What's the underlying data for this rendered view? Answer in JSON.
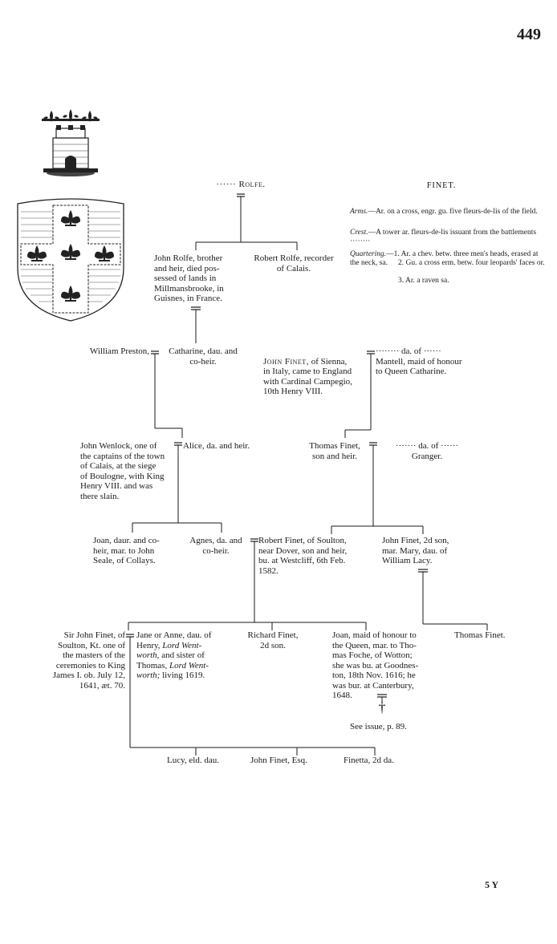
{
  "page": {
    "number": "449",
    "signature": "5 Y"
  },
  "rolfe": {
    "heading": "······ Rolfe."
  },
  "finet_heading": "FINET.",
  "arms": {
    "arms_label": "Arms.",
    "arms_text": "—Ar. on a cross, engr. gu. five fleurs-de-lis of the field.",
    "crest_label": "Crest.",
    "crest_text": "—A tower ar. fleurs-de-lis issuant from the battlements ········",
    "quartering_label": "Quartering.",
    "quartering_1": "—1. Ar. a chev. betw. three men's heads, erased at the neck, sa.",
    "quartering_2": "2. Gu. a cross erm. betw. four leopards' faces or.",
    "quartering_3": "3. Ar. a raven sa."
  },
  "persons": {
    "john_rolfe": "John Rolfe, brother\nand heir, died pos-\nsessed of lands in\nMillmansbrooke, in\nGuisnes, in France.",
    "robert_rolfe": "Robert Rolfe, recorder\nof Calais.",
    "william_preston": "William Preston,",
    "catharine": "Catharine, dau. and\nco-heir.",
    "john_finet_sienna_name": "John Finet,",
    "john_finet_sienna_rest": " of Sienna,\nin Italy, came to England\nwith Cardinal Campegio,\n10th Henry VIII.",
    "mantell": "········ da. of ······\nMantell, maid of honour\nto Queen Catharine.",
    "john_wenlock": "John Wenlock, one of\nthe captains of the town\nof Calais, at the siege\nof Boulogne, with King\nHenry VIII. and was\nthere slain.",
    "alice": "Alice, da. and heir.",
    "thomas_finet_heir": "Thomas Finet,\nson and heir.",
    "granger": "······· da. of ······\nGranger.",
    "joan_seale": "Joan, daur. and co-\nheir, mar. to John\nSeale, of Collays.",
    "agnes": "Agnes, da. and\nco-heir.",
    "robert_finet": "Robert Finet, of Soulton,\nnear Dover, son and heir,\nbu. at Westcliff, 6th Feb.\n1582.",
    "john_finet_2d": "John Finet, 2d son,\nmar. Mary, dau. of\nWilliam Lacy.",
    "sir_john_finet": "Sir John Finet, of\nSoulton, Kt. one of\nthe masters of the\nceremonies to King\nJames I. ob. July 12,\n1641, æt. 70.",
    "jane_anne_1": "Jane or Anne, dau. of\nHenry, ",
    "jane_anne_lord1": "Lord Went-\nworth,",
    "jane_anne_2": " and sister of\nThomas, ",
    "jane_anne_lord2": "Lord Went-\nworth;",
    "jane_anne_3": " living 1619.",
    "richard_finet": "Richard Finet,\n2d son.",
    "joan_foche": "Joan, maid of honour to\nthe Queen, mar. to Tho-\nmas Foche, of Wotton;\nshe was bu. at Goodnes-\nton, 18th Nov. 1616; he\nwas bur. at Canterbury,\n1648.",
    "see_issue": "See issue, p. 89.",
    "thomas_finet_son": "Thomas Finet.",
    "lucy": "Lucy, eld. dau.",
    "john_finet_esq": "John Finet, Esq.",
    "finetta": "Finetta, 2d da."
  },
  "marriage_symbol": "=",
  "cross_symbol": "†"
}
